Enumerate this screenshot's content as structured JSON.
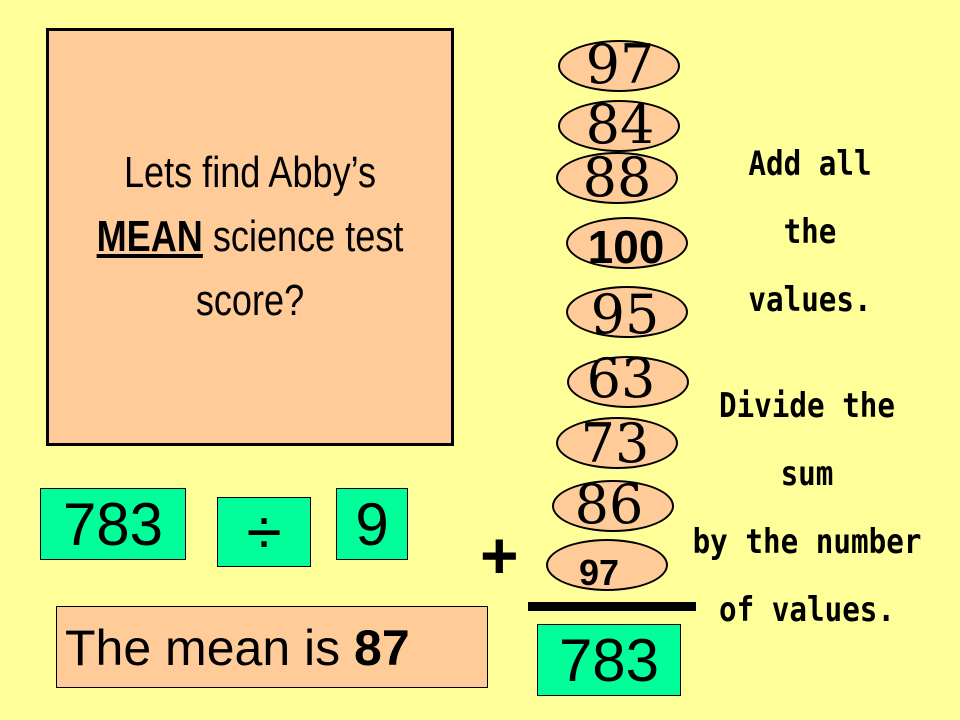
{
  "question": {
    "line1": "Lets find Abby’s",
    "mean_word": "MEAN",
    "line2_rest": " science test",
    "line3": "score?"
  },
  "scores": [
    "97",
    "84",
    "88",
    "100",
    "95",
    "63",
    "73",
    "86",
    "97"
  ],
  "notes": {
    "add_line1": "Add all",
    "add_line2": "the values.",
    "divide_line1": "Divide the sum",
    "divide_line2": "by the number",
    "divide_line3": "of values."
  },
  "operation": {
    "dividend": "783",
    "operator": "÷",
    "divisor": "9"
  },
  "sum": {
    "plus_sign": "+",
    "total": "783"
  },
  "answer": {
    "prefix": "The mean is ",
    "value": "87"
  },
  "colors": {
    "background": "#ffff99",
    "peach": "#ffcc99",
    "green": "#00ff99"
  }
}
